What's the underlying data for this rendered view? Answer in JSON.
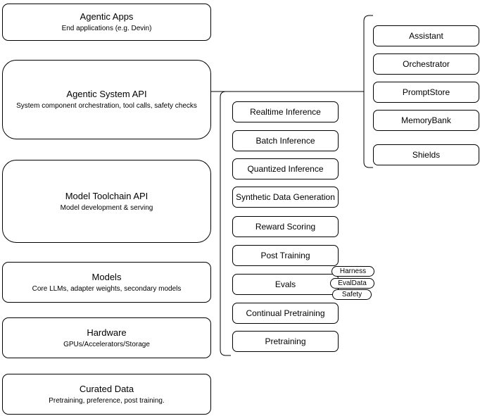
{
  "diagram": {
    "left_stack": [
      {
        "title": "Agentic Apps",
        "subtitle": "End applications (e.g. Devin)"
      },
      {
        "title": "Agentic System API",
        "subtitle": "System component orchestration, tool calls, safety checks"
      },
      {
        "title": "Model Toolchain API",
        "subtitle": "Model development & serving"
      },
      {
        "title": "Models",
        "subtitle": "Core LLMs, adapter weights, secondary models"
      },
      {
        "title": "Hardware",
        "subtitle": "GPUs/Accelerators/Storage"
      },
      {
        "title": "Curated Data",
        "subtitle": "Pretraining, preference, post training."
      }
    ],
    "toolchain_capabilities": [
      "Realtime Inference",
      "Batch Inference",
      "Quantized Inference",
      "Synthetic Data Generation",
      "Reward Scoring",
      "Post Training",
      "Evals",
      "Continual Pretraining",
      "Pretraining"
    ],
    "evals_tags": [
      "Harness",
      "EvalData",
      "Safety"
    ],
    "system_components": [
      "Assistant",
      "Orchestrator",
      "PromptStore",
      "MemoryBank",
      "Shields"
    ],
    "colors": {
      "stroke": "#000000",
      "background": "#ffffff",
      "text": "#000000"
    }
  }
}
